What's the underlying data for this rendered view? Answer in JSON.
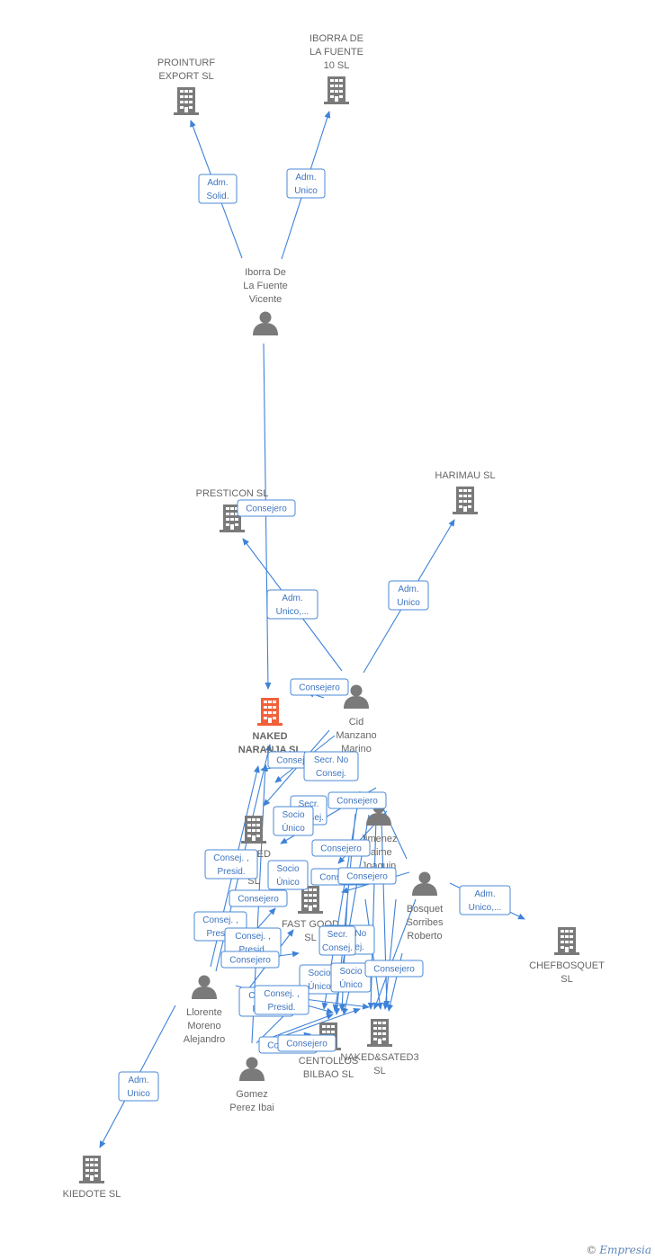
{
  "brand": {
    "copyright": "©",
    "name": "Empresia"
  },
  "colors": {
    "edge": "#3d82d8",
    "company": "#7a7a7a",
    "focus": "#f2603a",
    "person": "#7a7a7a"
  },
  "nodes": [
    {
      "id": "prointurf",
      "type": "company",
      "lines": [
        "PROINTURF",
        "EXPORT  SL"
      ]
    },
    {
      "id": "iborra_sl",
      "type": "company",
      "lines": [
        "IBORRA DE",
        "LA FUENTE",
        "10 SL"
      ]
    },
    {
      "id": "iborra_p",
      "type": "person",
      "lines": [
        "Iborra De",
        "La Fuente",
        "Vicente"
      ]
    },
    {
      "id": "presticon",
      "type": "company",
      "lines": [
        "PRESTICON SL"
      ]
    },
    {
      "id": "harimau",
      "type": "company",
      "lines": [
        "HARIMAU  SL"
      ]
    },
    {
      "id": "naked",
      "type": "focus",
      "lines": [
        "NAKED",
        "NARANJA  SL"
      ]
    },
    {
      "id": "cid",
      "type": "person",
      "lines": [
        "Cid",
        "Manzano",
        "Marino"
      ]
    },
    {
      "id": "naked_d",
      "type": "company",
      "lines": [
        "NAKED",
        "D",
        "SL"
      ]
    },
    {
      "id": "jimenez",
      "type": "person",
      "lines": [
        "Jimenez",
        "Jaime",
        "Joaquin"
      ]
    },
    {
      "id": "fastgood",
      "type": "company",
      "lines": [
        "FAST GOOD",
        "SL"
      ]
    },
    {
      "id": "bosquet",
      "type": "person",
      "lines": [
        "Bosquet",
        "Sorribes",
        "Roberto"
      ]
    },
    {
      "id": "chefbosquet",
      "type": "company",
      "lines": [
        "CHEFBOSQUET",
        "SL"
      ]
    },
    {
      "id": "llorente",
      "type": "person",
      "lines": [
        "Llorente",
        "Moreno",
        "Alejandro"
      ]
    },
    {
      "id": "centollos",
      "type": "company",
      "lines": [
        "CENTOLLOS",
        "BILBAO  SL"
      ]
    },
    {
      "id": "nakedsated",
      "type": "company",
      "lines": [
        "NAKED&SATED3",
        "SL"
      ]
    },
    {
      "id": "gomez",
      "type": "person",
      "lines": [
        "Gomez",
        "Perez Ibai"
      ]
    },
    {
      "id": "kiedote",
      "type": "company",
      "lines": [
        "KIEDOTE  SL"
      ]
    }
  ],
  "relations": [
    {
      "id": "r1",
      "lines": [
        "Adm.",
        "Solid."
      ]
    },
    {
      "id": "r2",
      "lines": [
        "Adm.",
        "Unico"
      ]
    },
    {
      "id": "r3",
      "lines": [
        "Consejero"
      ]
    },
    {
      "id": "r4",
      "lines": [
        "Adm.",
        "Unico,..."
      ]
    },
    {
      "id": "r5",
      "lines": [
        "Adm.",
        "Unico"
      ]
    },
    {
      "id": "r6",
      "lines": [
        "Consejero"
      ]
    },
    {
      "id": "r7",
      "lines": [
        "Consejero"
      ]
    },
    {
      "id": "r8",
      "lines": [
        "Secr.  No",
        "Consej."
      ]
    },
    {
      "id": "r9",
      "lines": [
        "Secr.",
        "Consej."
      ]
    },
    {
      "id": "r10",
      "lines": [
        "Consejero"
      ]
    },
    {
      "id": "r11",
      "lines": [
        "Socio",
        "Único"
      ]
    },
    {
      "id": "r12",
      "lines": [
        "Consejero"
      ]
    },
    {
      "id": "r13",
      "lines": [
        "Consej. ,",
        "Presid."
      ]
    },
    {
      "id": "r14",
      "lines": [
        "Socio",
        "Único"
      ]
    },
    {
      "id": "r15",
      "lines": [
        "Consejero"
      ]
    },
    {
      "id": "r16",
      "lines": [
        "Consejero"
      ]
    },
    {
      "id": "r17",
      "lines": [
        "Consejero"
      ]
    },
    {
      "id": "r18",
      "lines": [
        "Adm.",
        "Unico,..."
      ]
    },
    {
      "id": "r19",
      "lines": [
        "Consej. ,",
        "Presid."
      ]
    },
    {
      "id": "r20",
      "lines": [
        "Consej. ,",
        "Presid."
      ]
    },
    {
      "id": "r21",
      "lines": [
        "Consejero"
      ]
    },
    {
      "id": "r22",
      "lines": [
        "Secr.  No",
        "Consej."
      ]
    },
    {
      "id": "r23",
      "lines": [
        "Secr.",
        "Consej."
      ]
    },
    {
      "id": "r24",
      "lines": [
        "Socio",
        "Único"
      ]
    },
    {
      "id": "r25",
      "lines": [
        "Socio",
        "Único"
      ]
    },
    {
      "id": "r26",
      "lines": [
        "Consejero"
      ]
    },
    {
      "id": "r27",
      "lines": [
        "Consej. ,",
        "Presid."
      ]
    },
    {
      "id": "r28",
      "lines": [
        "Consej. ,",
        "Presid."
      ]
    },
    {
      "id": "r29",
      "lines": [
        "Consejero"
      ]
    },
    {
      "id": "r30",
      "lines": [
        "Consejero"
      ]
    },
    {
      "id": "r31",
      "lines": [
        "Adm.",
        "Unico"
      ]
    }
  ]
}
